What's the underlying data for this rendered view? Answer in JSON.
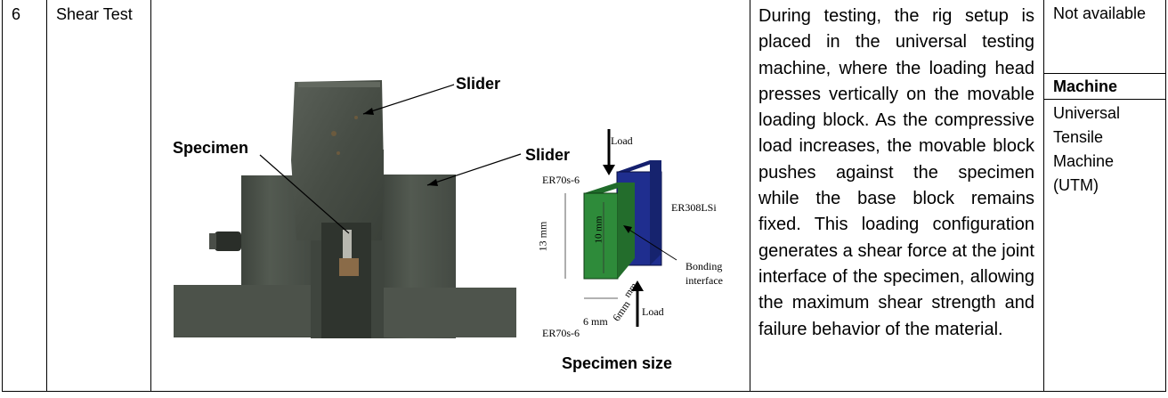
{
  "row": {
    "number": "6",
    "test_name": "Shear Test",
    "figure": {
      "labels": {
        "slider_top": "Slider",
        "slider_right": "Slider",
        "specimen": "Specimen",
        "caption": "Specimen size"
      },
      "diagram": {
        "load_top": "Load",
        "load_bottom": "Load",
        "material_left": "ER70s-6",
        "material_right": "ER308LSi",
        "material_bottom": "ER70s-6",
        "height": "13 mm",
        "inner_height": "10 mm",
        "width": "6 mm",
        "depth": "6mm",
        "depth_small": "mm",
        "bonding": "Bonding",
        "interface": "interface"
      }
    },
    "description": "During testing, the rig setup is placed in the universal testing machine, where the loading head presses vertically on the movable loading block. As the compressive load increases, the movable block pushes against the specimen while the base block remains fixed. This loading configuration generates a shear force at the joint interface of the specimen, allowing the maximum shear strength and failure behavior of the material.",
    "standard": "Not available",
    "machine_header": "Machine",
    "machine_value": "Universal Tensile Machine (UTM)"
  },
  "colors": {
    "block_green": "#2e8b3a",
    "block_blue": "#1f2e8f",
    "steel": "#4a5048"
  }
}
